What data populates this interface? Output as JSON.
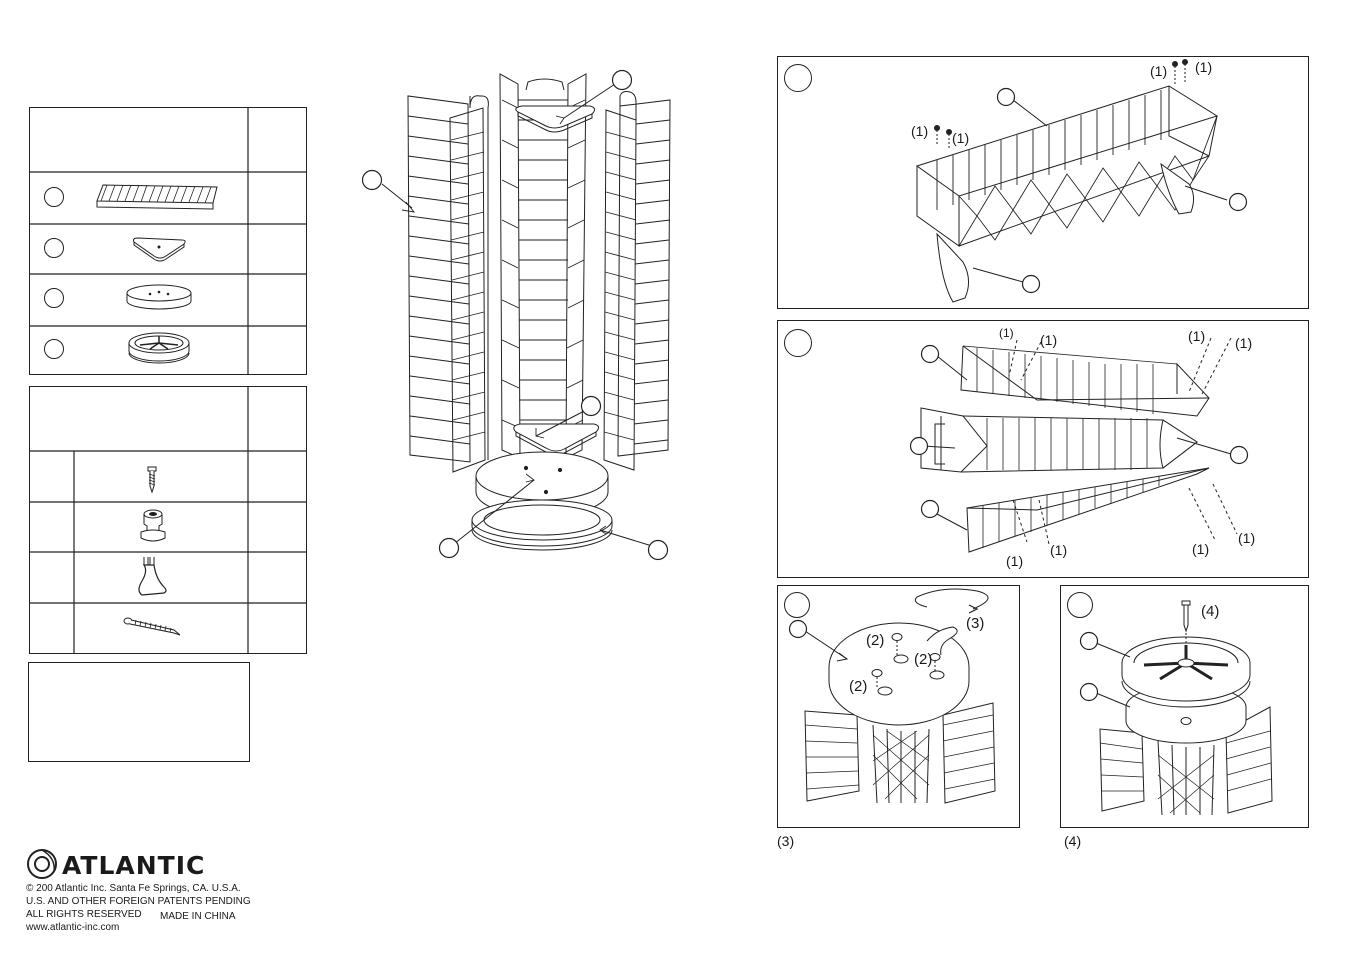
{
  "colors": {
    "ink": "#222222",
    "paper": "#ffffff"
  },
  "parts_table": {
    "rows": [
      {
        "icon": "wire-rack-icon"
      },
      {
        "icon": "triangle-plate-icon"
      },
      {
        "icon": "round-base-icon"
      },
      {
        "icon": "turntable-icon"
      }
    ]
  },
  "hardware_table": {
    "rows": [
      {
        "icon": "short-screw-icon"
      },
      {
        "icon": "bushing-icon"
      },
      {
        "icon": "foot-bracket-icon"
      },
      {
        "icon": "long-screw-icon"
      }
    ]
  },
  "step1": {
    "q1": "(1)",
    "q2": "(1)",
    "q3": "(1)",
    "q4": "(1)"
  },
  "step2": {
    "q1": "(1)",
    "q2": "(1)",
    "q3": "(1)",
    "q4": "(1)",
    "q5": "(1)",
    "q6": "(1)",
    "q7": "(1)",
    "q8": "(1)"
  },
  "step3": {
    "rotate": "(3)",
    "b1": "(2)",
    "b2": "(2)",
    "b3": "(2)",
    "caption": "(3)"
  },
  "step4": {
    "screw": "(4)",
    "caption": "(4)"
  },
  "brand": {
    "name": "ATLANTIC",
    "copyright": "© 200   Atlantic Inc.  Santa Fe Springs, CA. U.S.A.",
    "patents": "U.S. AND OTHER FOREIGN PATENTS PENDING",
    "rights": "ALL RIGHTS RESERVED",
    "made_in": "MADE IN CHINA",
    "website": "www.atlantic-inc.com"
  }
}
